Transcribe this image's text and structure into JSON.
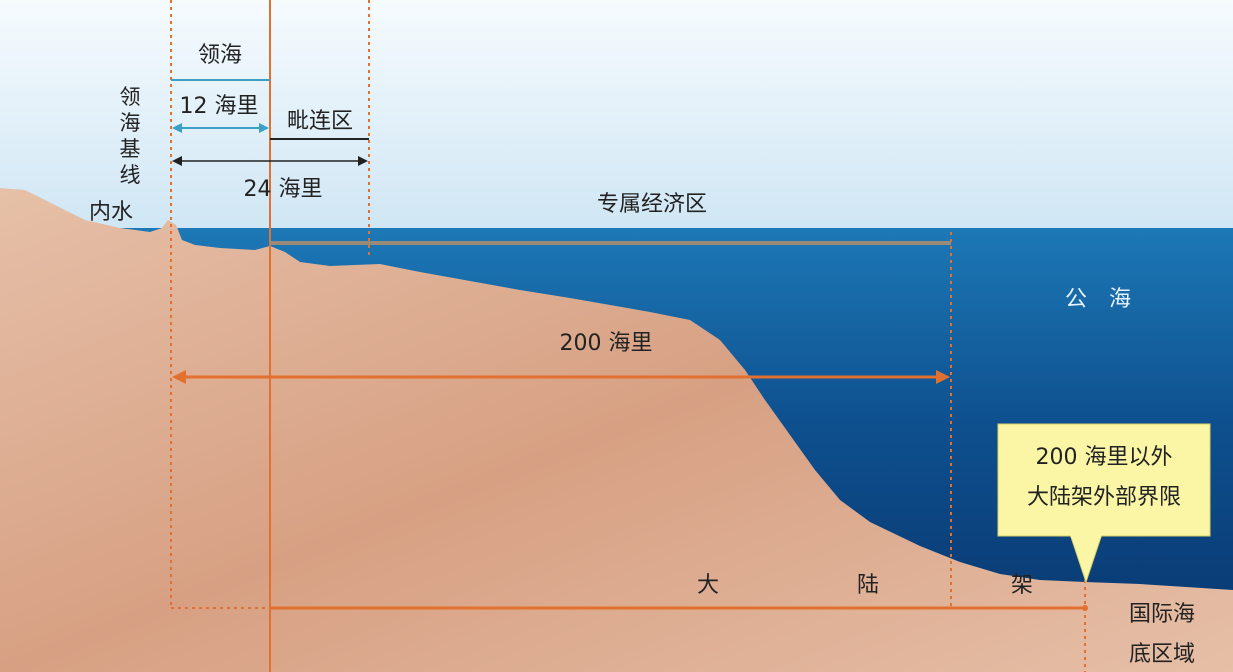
{
  "labels": {
    "territorial_sea": "领海",
    "baseline_chars": [
      "领",
      "海",
      "基",
      "线"
    ],
    "twelve_nm": "12 海里",
    "contiguous_zone": "毗连区",
    "twenty_four_nm": "24 海里",
    "internal_waters": "内水",
    "eez": "专属经济区",
    "high_seas": "公　海",
    "two_hundred_nm": "200 海里",
    "continental_shelf_chars": [
      "大",
      "陆",
      "架"
    ],
    "international_seabed_line1": "国际海",
    "international_seabed_line2": "底区域"
  },
  "callout": {
    "line1": "200 海里以外",
    "line2": "大陆架外部界限"
  },
  "colors": {
    "land": "#d9a384",
    "sea_dark": "#0d3f7a",
    "sea_light": "#1f7bb8",
    "arrow_orange": "#e2702e",
    "callout_bg": "#fbf6a6"
  }
}
